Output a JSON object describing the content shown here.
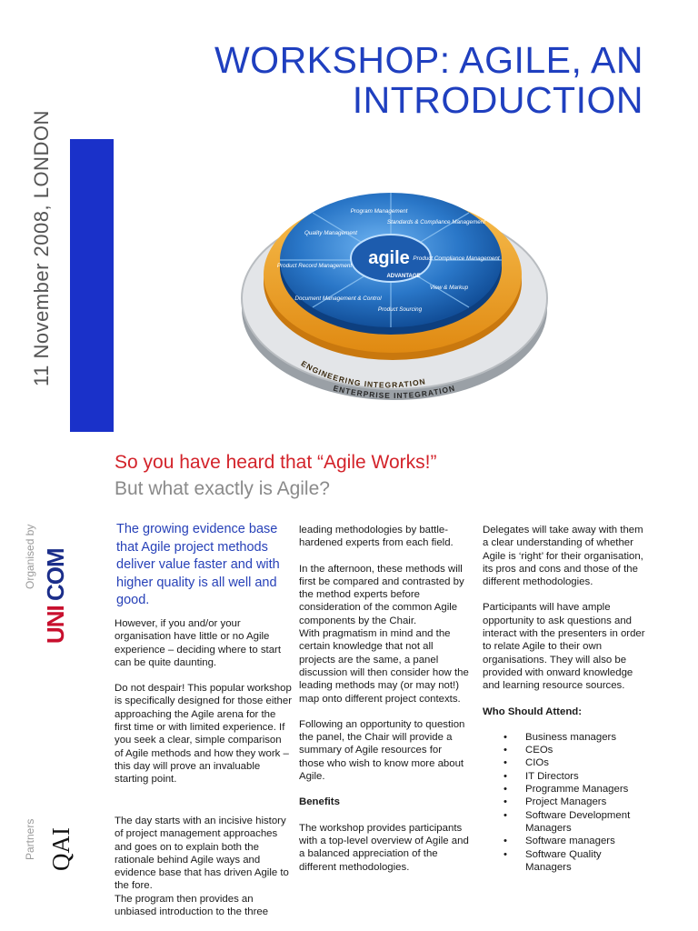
{
  "header": {
    "title_line1": "WORKSHOP:   AGILE, AN",
    "title_line2": "INTRODUCTION",
    "date_location": "11 November 2008, LONDON"
  },
  "diagram": {
    "center_brand": "agile",
    "center_tag": "ADVANTAGE",
    "segments": [
      "Program Management",
      "Standards & Compliance Management",
      "Product Compliance Management",
      "View & Markup",
      "Product Sourcing",
      "Document Management & Control",
      "Product Record Management",
      "Quality Management"
    ],
    "ring_inner": "ENGINEERING INTEGRATION",
    "ring_outer": "ENTERPRISE INTEGRATION"
  },
  "headline": {
    "line1": "So you have heard that “Agile Works!”",
    "line2": "But what exactly is Agile?"
  },
  "sidebar": {
    "organised_by": "Organised by",
    "organiser_logo": "UNICOM",
    "partners": "Partners",
    "partner_logo": "QAI"
  },
  "intro": {
    "lead": "The growing evidence base that Agile project methods deliver value faster and with higher quality is all well and good.",
    "p1": "However, if you and/or your organisation have little or no Agile experience – deciding where to start can be quite daunting.",
    "p2": "Do not despair! This popular workshop is specifically designed for those either approaching the Agile arena for the first time or with limited experience. If you seek a clear, simple comparison of Agile methods and how they work – this day will prove an invaluable starting point.",
    "p3a": "The day starts with an incisive history of project management approaches and goes on to explain both the rationale behind Agile ways and evidence base that has driven Agile to the fore.",
    "p3b": "The program then provides an unbiased introduction to the three"
  },
  "column2": {
    "p1": "leading methodologies by battle-hardened experts from each field.",
    "p2a": "In the afternoon, these methods will first be compared and contrasted by the method experts before consideration of the common Agile components by the Chair.",
    "p2b": "With pragmatism in mind and the certain knowledge that not all projects are the same, a panel discussion will then consider how the leading methods may (or may not!) map onto different project contexts.",
    "p3": "Following an opportunity to question the panel, the Chair will provide a summary of Agile resources for those who wish to know more about Agile.",
    "benefits_heading": "Benefits",
    "p4": "The workshop provides participants with a top-level overview of Agile and a balanced appreciation of the different methodologies."
  },
  "column3": {
    "p1": "Delegates will take away with them a clear understanding of whether Agile is ‘right’ for their organisation, its pros and cons and those of the different methodologies.",
    "p2": "Participants will have ample opportunity to ask questions and interact with the presenters in order to relate Agile to their own organisations. They will also be provided with onward knowledge and learning resource sources.",
    "attend_heading": "Who Should Attend:",
    "attendees": [
      "Business managers",
      "CEOs",
      "CIOs",
      "IT Directors",
      "Programme Managers",
      "Project Managers",
      "Software Development Managers",
      "Software managers",
      "Software Quality Managers"
    ]
  },
  "colors": {
    "title_blue": "#1f3fbf",
    "bar_blue": "#1a31c9",
    "headline_red": "#d3232a",
    "headline_grey": "#8a8a8a",
    "ring_orange": "#f2a42a"
  }
}
